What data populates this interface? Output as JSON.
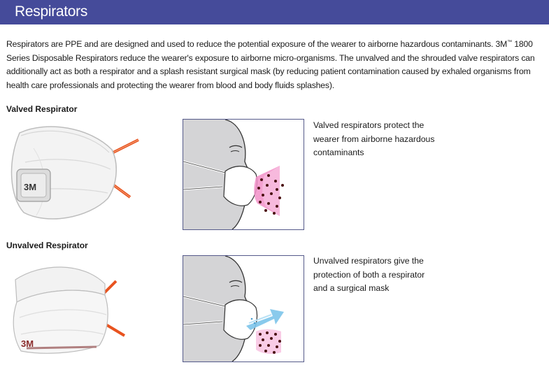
{
  "header": {
    "title": "Respirators",
    "bg_color": "#454b9a"
  },
  "intro": {
    "text_before_tm": "Respirators are PPE and are designed and used to reduce the potential exposure of the wearer to airborne hazardous contaminants. 3M",
    "tm": "™",
    "text_after_tm": " 1800 Series Disposable Respirators reduce the wearer's exposure to airborne micro-organisms. The unvalved and the shrouded valve respirators can additionally act as both a respirator and a splash resistant surgical mask (by reducing patient contamination caused by exhaled organisms from health care professionals and protecting the wearer from blood and body fluids splashes)."
  },
  "sections": [
    {
      "label": "Valved Respirator",
      "caption": "Valved respirators protect the wearer from airborne hazardous contaminants",
      "product_logo": "3M"
    },
    {
      "label": "Unvalved Respirator",
      "caption": "Unvalved respirators give the protection of both a respirator and a surgical mask",
      "product_logo": "3M"
    }
  ]
}
